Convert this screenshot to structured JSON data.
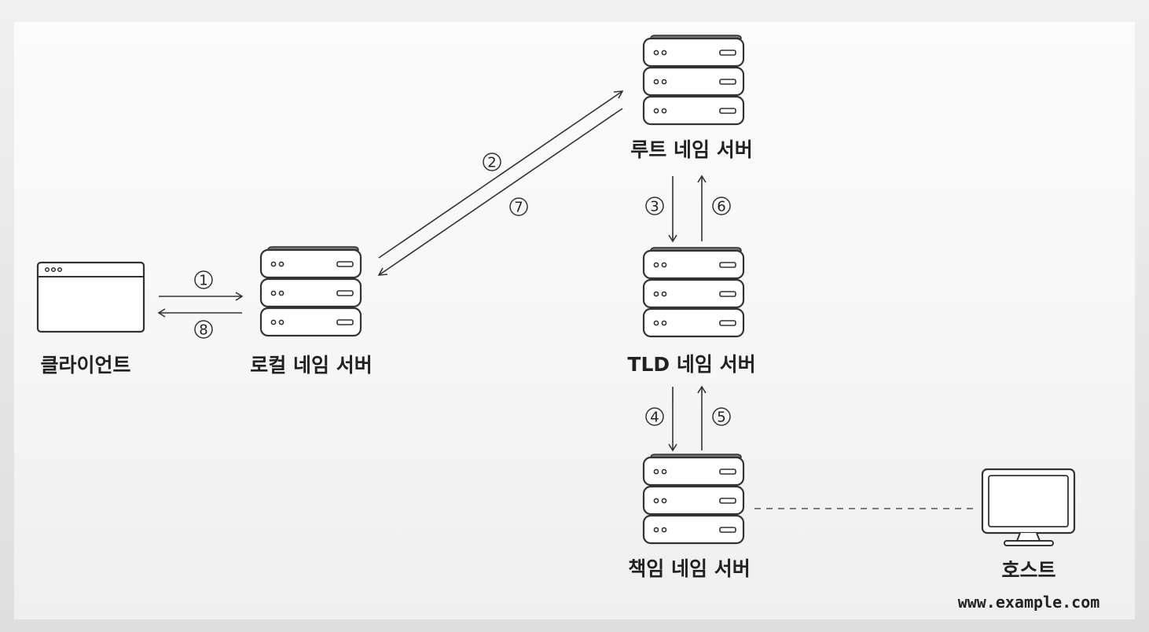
{
  "labels": {
    "client": "클라이언트",
    "local_ns": "로컬 네임 서버",
    "root_ns": "루트 네임 서버",
    "tld_ns": "TLD 네임 서버",
    "auth_ns": "책임 네임 서버",
    "host": "호스트",
    "host_url": "www.example.com"
  },
  "steps": {
    "s1": "1",
    "s2": "2",
    "s3": "3",
    "s4": "4",
    "s5": "5",
    "s6": "6",
    "s7": "7",
    "s8": "8"
  },
  "icons": {
    "client": "browser-window-icon",
    "servers": "server-rack-icon",
    "host": "monitor-icon"
  }
}
